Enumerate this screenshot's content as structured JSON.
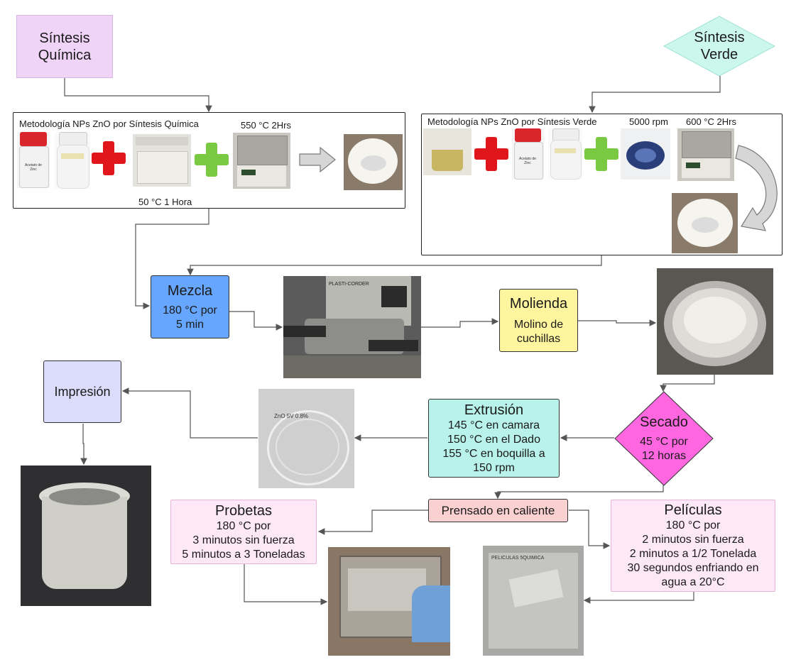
{
  "nodes": {
    "chem_start": {
      "lines": [
        "Síntesis",
        "Química"
      ],
      "color": "#f0d4f8"
    },
    "green_start": {
      "lines": [
        "Síntesis",
        "Verde"
      ],
      "color": "#ccf7ec"
    },
    "mezcla": {
      "title": "Mezcla",
      "lines": [
        "180 °C por",
        "5 min"
      ],
      "color": "#66a6ff"
    },
    "molienda": {
      "title": "Molienda",
      "lines": [
        "Molino de",
        "cuchillas"
      ],
      "color": "#fff59e"
    },
    "secado": {
      "title": "Secado",
      "lines": [
        "45 °C por",
        "12 horas"
      ],
      "color": "#ff66e0"
    },
    "extrusion": {
      "title": "Extrusión",
      "lines": [
        "145 °C en camara",
        "150 °C en el Dado",
        "155 °C en boquilla a",
        "150 rpm"
      ],
      "color": "#b8f2ea"
    },
    "impresion": {
      "title": "Impresión",
      "color": "#dcdcfc"
    },
    "prensado": {
      "title": "Prensado en caliente",
      "color": "#fad0d0"
    },
    "probetas": {
      "title": "Probetas",
      "lines": [
        "180 °C por",
        "3 minutos sin fuerza",
        "5 minutos a 3 Toneladas"
      ],
      "color": "#fde8f7"
    },
    "peliculas": {
      "title": "Películas",
      "lines": [
        "180 °C por",
        "2 minutos sin fuerza",
        "2 minutos a 1/2 Tonelada",
        "30 segundos enfriando en",
        "agua a 20°C"
      ],
      "color": "#fde8f7"
    }
  },
  "chem_panel": {
    "title": "Metodología NPs ZnO por Síntesis Química",
    "temp_top": "550 °C 2Hrs",
    "temp_bottom": "50 °C 1 Hora",
    "jar_label": "Acetato de Zinc"
  },
  "green_panel": {
    "title": "Metodología NPs ZnO por Síntesis Verde",
    "rpm": "5000 rpm",
    "temp": "600 °C 2Hrs",
    "jar_label": "Acetato de Zinc"
  },
  "photo_text": {
    "plasti": "PLASTI-CORDER",
    "filament": "ZnO 5V 0.8%",
    "films": "PELICULAS 5QUIMICA"
  },
  "icons": {
    "plus_red": "plus-icon-red",
    "plus_green": "plus-icon-green",
    "arrow": "right-arrow-icon"
  },
  "colors": {
    "wire": "#555555",
    "plus_red": "#e0161c",
    "plus_green": "#7ac943"
  }
}
